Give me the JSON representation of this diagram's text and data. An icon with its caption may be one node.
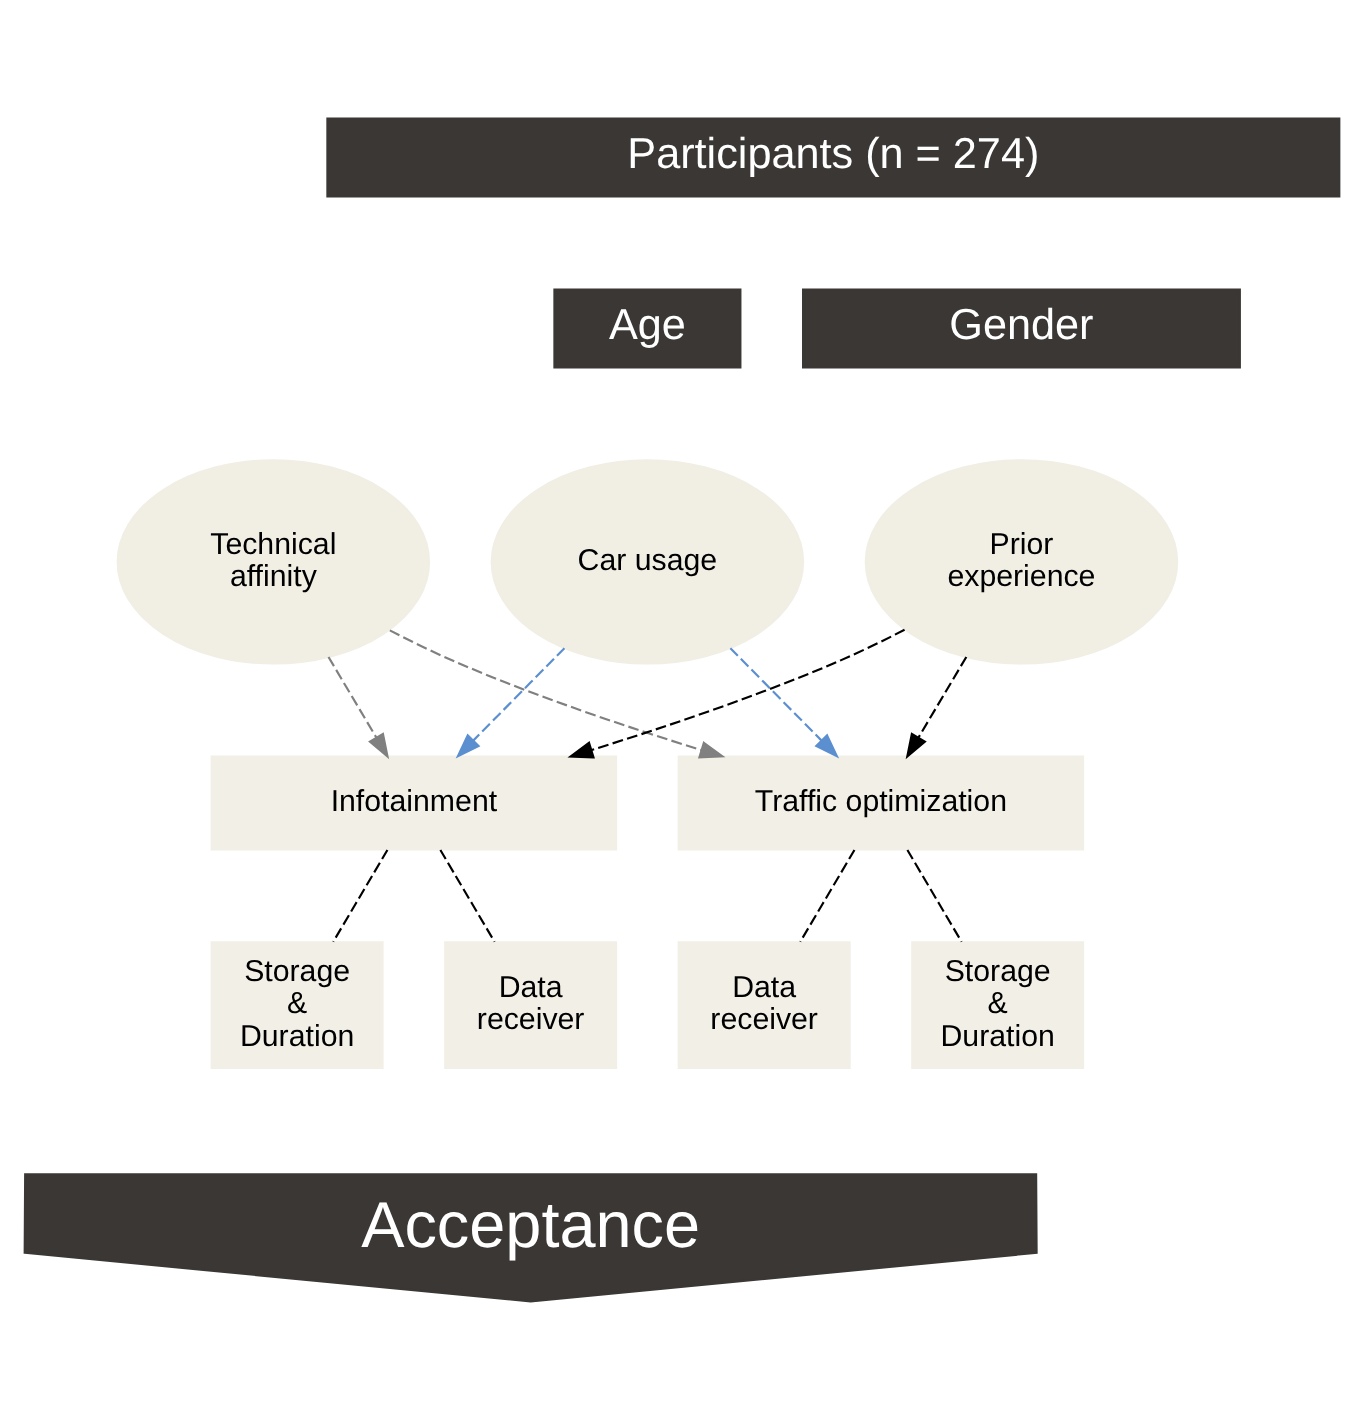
{
  "diagram": {
    "nodes": [
      {
        "text": [
          "Participants (n = 274)"
        ]
      },
      {
        "text": [
          "Age"
        ]
      },
      {
        "text": [
          "Gender"
        ]
      },
      {
        "text": [
          "Technical affinity"
        ]
      },
      {
        "text": [
          "Car usage"
        ]
      },
      {
        "text": [
          "Prior experience"
        ]
      },
      {
        "text": [
          "Infotainment"
        ]
      },
      {
        "text": [
          "Traffic optimization"
        ]
      },
      {
        "text": [
          "Storage & Duration"
        ]
      },
      {
        "text": [
          "Data receiver"
        ]
      },
      {
        "text": [
          "Storage & Duration"
        ]
      },
      {
        "text": [
          "Data receiver"
        ]
      },
      {
        "text": [
          "Acceptance"
        ]
      }
    ],
    "edges": [
      {
        "from": 3,
        "to": 6,
        "arrow": "to",
        "style": "dashed",
        "color": "#808080"
      },
      {
        "from": 3,
        "to": 7,
        "arrow": "to",
        "style": "dashed",
        "color": "#808080"
      },
      {
        "from": 4,
        "to": 6,
        "arrow": "to",
        "style": "dashed",
        "color": "#5b8fd0"
      },
      {
        "from": 4,
        "to": 7,
        "arrow": "to",
        "style": "dashed",
        "color": "#5b8fd0"
      },
      {
        "from": 5,
        "to": 6,
        "arrow": "to",
        "style": "dashed"
      },
      {
        "from": 5,
        "to": 7,
        "arrow": "to",
        "style": "dashed"
      },
      {
        "from": 6,
        "to": 8,
        "arrow": "none",
        "style": "dashed"
      },
      {
        "from": 6,
        "to": 9,
        "arrow": "none",
        "style": "dashed"
      },
      {
        "from": 7,
        "to": 10,
        "arrow": "none",
        "style": "dashed"
      },
      {
        "from": 7,
        "to": 11,
        "arrow": "none",
        "style": "dashed"
      }
    ]
  }
}
